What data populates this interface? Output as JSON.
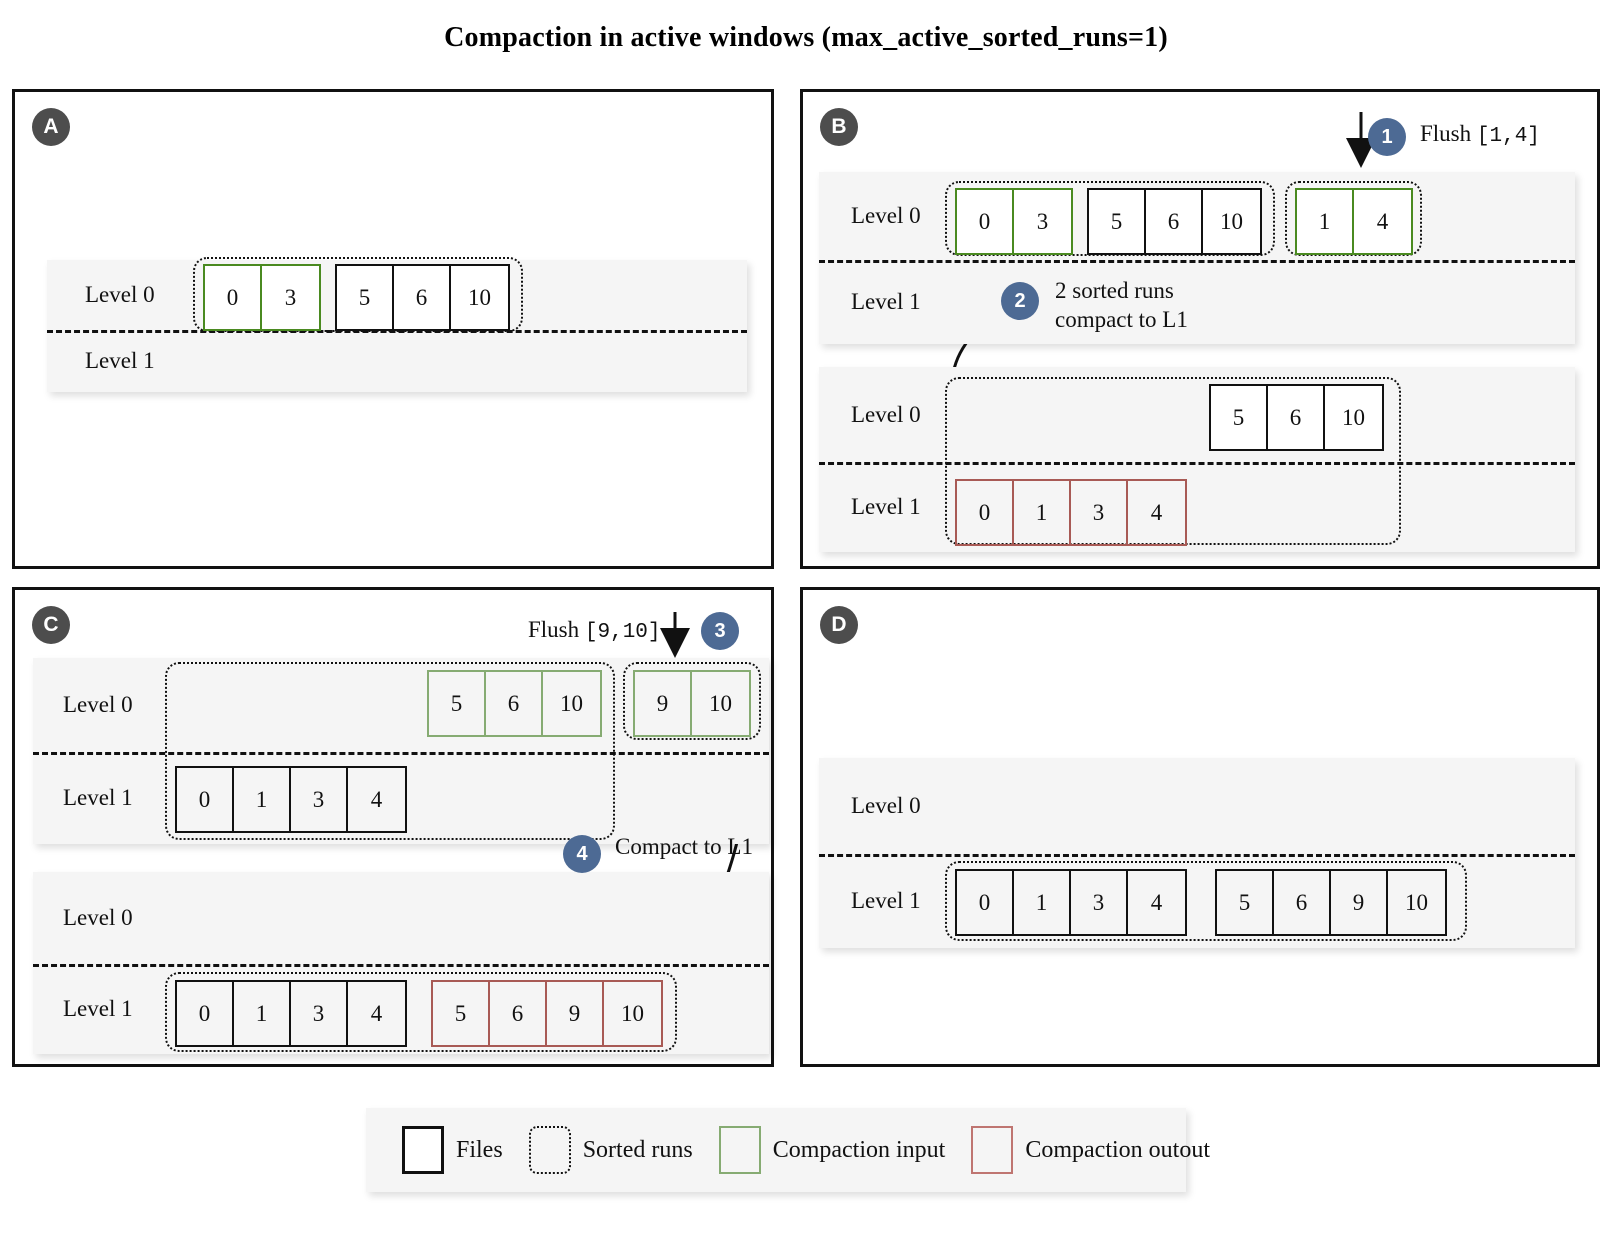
{
  "title": "Compaction in active windows (max_active_sorted_runs=1)",
  "labels": {
    "level0": "Level 0",
    "level1": "Level 1"
  },
  "panels": {
    "a": {
      "badge": "A",
      "blocks": [
        {
          "rows": [
            {
              "label": "Level 0",
              "groups": [
                {
                  "style": "green",
                  "cells": [
                    "0",
                    "3"
                  ]
                },
                {
                  "style": "black",
                  "cells": [
                    "5",
                    "6",
                    "10"
                  ]
                }
              ]
            },
            {
              "label": "Level 1",
              "groups": []
            }
          ]
        }
      ]
    },
    "b": {
      "badge": "B",
      "flush_label": "Flush",
      "flush_range": "[1,4]",
      "step1": "1",
      "step2": "2",
      "step2_line1": "2 sorted runs",
      "step2_line2": "compact to L1",
      "blocks": [
        {
          "rows": [
            {
              "label": "Level 0",
              "groups": [
                {
                  "style": "green",
                  "cells": [
                    "0",
                    "3"
                  ]
                },
                {
                  "style": "black",
                  "cells": [
                    "5",
                    "6",
                    "10"
                  ]
                },
                {
                  "style": "green",
                  "cells": [
                    "1",
                    "4"
                  ]
                }
              ]
            },
            {
              "label": "Level 1",
              "groups": []
            }
          ]
        },
        {
          "rows": [
            {
              "label": "Level 0",
              "groups": [
                {
                  "style": "black",
                  "cells": [
                    "5",
                    "6",
                    "10"
                  ]
                }
              ]
            },
            {
              "label": "Level 1",
              "groups": [
                {
                  "style": "red",
                  "cells": [
                    "0",
                    "1",
                    "3",
                    "4"
                  ]
                }
              ]
            }
          ]
        }
      ]
    },
    "c": {
      "badge": "C",
      "flush_label": "Flush",
      "flush_range": "[9,10]",
      "step3": "3",
      "step4": "4",
      "step4_text": "Compact to L1",
      "blocks": [
        {
          "rows": [
            {
              "label": "Level 0",
              "groups": [
                {
                  "style": "green-t",
                  "cells": [
                    "5",
                    "6",
                    "10"
                  ]
                },
                {
                  "style": "green-t",
                  "cells": [
                    "9",
                    "10"
                  ]
                }
              ]
            },
            {
              "label": "Level 1",
              "groups": [
                {
                  "style": "black",
                  "cells": [
                    "0",
                    "1",
                    "3",
                    "4"
                  ]
                }
              ]
            }
          ]
        },
        {
          "rows": [
            {
              "label": "Level 0",
              "groups": []
            },
            {
              "label": "Level 1",
              "groups": [
                {
                  "style": "black",
                  "cells": [
                    "0",
                    "1",
                    "3",
                    "4"
                  ]
                },
                {
                  "style": "red",
                  "cells": [
                    "5",
                    "6",
                    "9",
                    "10"
                  ]
                }
              ]
            }
          ]
        }
      ]
    },
    "d": {
      "badge": "D",
      "blocks": [
        {
          "rows": [
            {
              "label": "Level 0",
              "groups": []
            },
            {
              "label": "Level 1",
              "groups": [
                {
                  "style": "black",
                  "cells": [
                    "0",
                    "1",
                    "3",
                    "4"
                  ]
                },
                {
                  "style": "black",
                  "cells": [
                    "5",
                    "6",
                    "9",
                    "10"
                  ]
                }
              ]
            }
          ]
        }
      ]
    }
  },
  "legend": {
    "items": [
      {
        "swatch": "files-swatch",
        "label": "Files"
      },
      {
        "swatch": "runs-swatch",
        "label": "Sorted runs"
      },
      {
        "swatch": "input-swatch",
        "label": "Compaction input"
      },
      {
        "swatch": "output-swatch",
        "label": "Compaction outout"
      }
    ]
  },
  "colors": {
    "compaction_input_green": "#4a8a20",
    "compaction_input_green_muted": "#86ab72",
    "compaction_output_red": "#a85a55",
    "step_blue": "#4d6a94",
    "panel_badge_gray": "#4d4d4d",
    "band_gray": "#f5f5f5"
  }
}
